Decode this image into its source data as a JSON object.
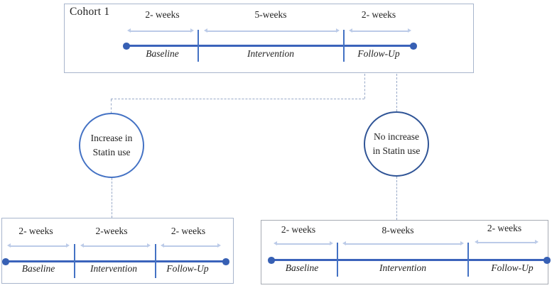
{
  "colors": {
    "timeline_blue": "#3b63bb",
    "tick_blue": "#4472c4",
    "arrow_light_blue": "#bccbe8",
    "panel_border_blue": "#a8b5cc",
    "panel_border_gray": "#a7abb3",
    "circle_increase_border": "#4472c4",
    "circle_no_increase_border": "#2f5496",
    "connector_dash": "#98a9c8"
  },
  "cohort": {
    "title": "Cohort 1",
    "segments": [
      {
        "duration": "2- weeks",
        "phase": "Baseline"
      },
      {
        "duration": "5-weeks",
        "phase": "Intervention"
      },
      {
        "duration": "2- weeks",
        "phase": "Follow-Up"
      }
    ]
  },
  "decisions": {
    "increase": {
      "label": "Increase in Statin use"
    },
    "no_increase": {
      "label": "No increase in Statin use"
    }
  },
  "timeline_increase": {
    "segments": [
      {
        "duration": "2- weeks",
        "phase": "Baseline"
      },
      {
        "duration": "2-weeks",
        "phase": "Intervention"
      },
      {
        "duration": "2- weeks",
        "phase": "Follow-Up"
      }
    ]
  },
  "timeline_no_increase": {
    "segments": [
      {
        "duration": "2- weeks",
        "phase": "Baseline"
      },
      {
        "duration": "8-weeks",
        "phase": "Intervention"
      },
      {
        "duration": "2- weeks",
        "phase": "Follow-Up"
      }
    ]
  }
}
